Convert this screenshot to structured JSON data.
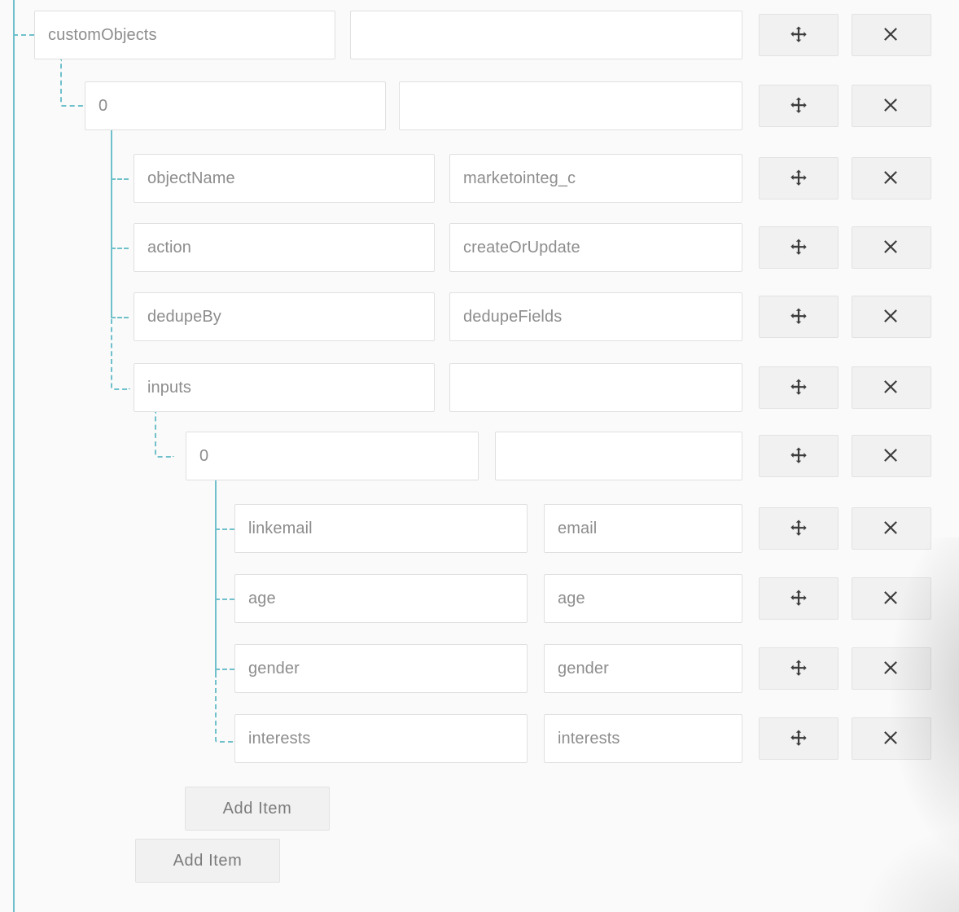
{
  "theme": {
    "background": "#fafafa",
    "field_bg": "#ffffff",
    "field_border": "#e0e0e0",
    "text": "#8d8d8d",
    "connector": "#6fc0cb",
    "button_bg": "#f1f1f1",
    "button_border": "#e2e2e2",
    "icon": "#3c3c3c"
  },
  "icons": {
    "move": "move-arrows-icon",
    "remove": "close-x-icon"
  },
  "buttons": {
    "move_title": "Move",
    "remove_title": "Remove",
    "add_item_label": "Add Item"
  },
  "tree": {
    "root": {
      "key": "customObjects",
      "value": "",
      "children": [
        {
          "key": "0",
          "value": "",
          "children": [
            {
              "key": "objectName",
              "value": "marketointeg_c"
            },
            {
              "key": "action",
              "value": "createOrUpdate"
            },
            {
              "key": "dedupeBy",
              "value": "dedupeFields"
            },
            {
              "key": "inputs",
              "value": "",
              "children": [
                {
                  "key": "0",
                  "value": "",
                  "children": [
                    {
                      "key": "linkemail",
                      "value": "email"
                    },
                    {
                      "key": "age",
                      "value": "age"
                    },
                    {
                      "key": "gender",
                      "value": "gender"
                    },
                    {
                      "key": "interests",
                      "value": "interests"
                    }
                  ]
                }
              ]
            }
          ]
        }
      ]
    }
  },
  "rows": [
    {
      "name": "customObjects",
      "key": "customObjects",
      "value": ""
    },
    {
      "name": "index-0-level2",
      "key": "0",
      "value": ""
    },
    {
      "name": "objectName",
      "key": "objectName",
      "value": "marketointeg_c"
    },
    {
      "name": "action",
      "key": "action",
      "value": "createOrUpdate"
    },
    {
      "name": "dedupeBy",
      "key": "dedupeBy",
      "value": "dedupeFields"
    },
    {
      "name": "inputs",
      "key": "inputs",
      "value": ""
    },
    {
      "name": "index-0-level4",
      "key": "0",
      "value": ""
    },
    {
      "name": "linkemail",
      "key": "linkemail",
      "value": "email"
    },
    {
      "name": "age",
      "key": "age",
      "value": "age"
    },
    {
      "name": "gender",
      "key": "gender",
      "value": "gender"
    },
    {
      "name": "interests",
      "key": "interests",
      "value": "interests"
    }
  ],
  "add_items": [
    {
      "name": "add-item-inputs",
      "label": "Add Item"
    },
    {
      "name": "add-item-custom-objects",
      "label": "Add Item"
    }
  ]
}
